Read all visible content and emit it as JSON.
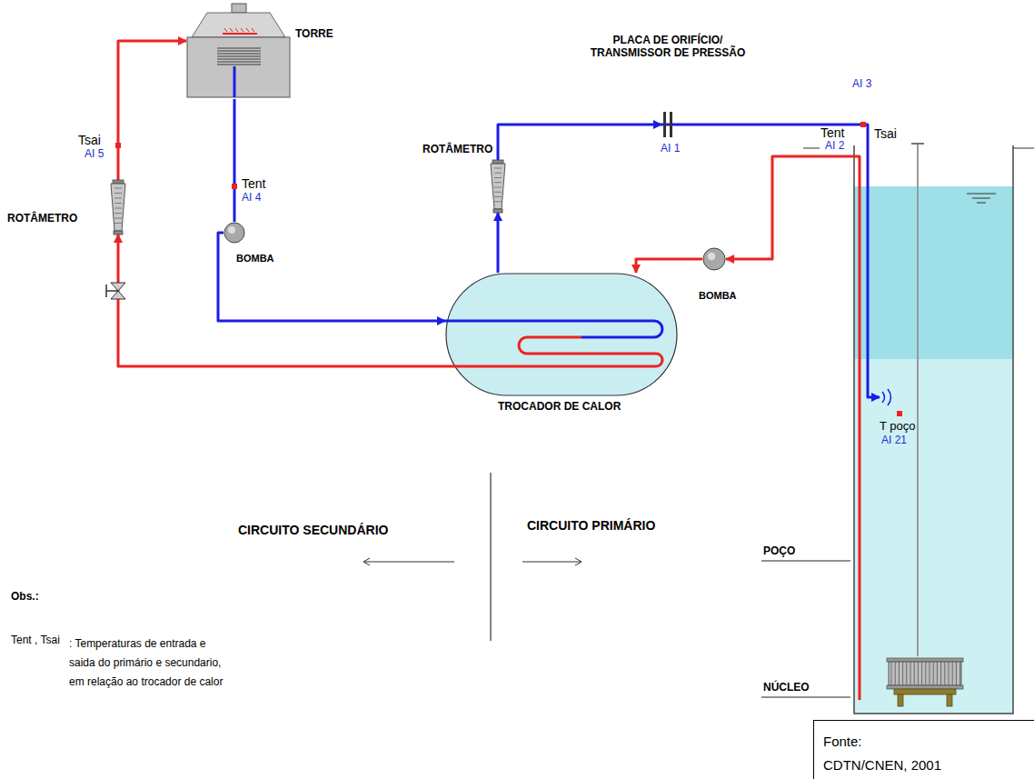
{
  "diagram": {
    "nodes": [
      {
        "text": [
          "TORRE"
        ]
      },
      {
        "text": [
          "BOMBA"
        ]
      },
      {
        "text": [
          "ROTÂMETRO"
        ]
      },
      {
        "text": [
          "TROCADOR DE CALOR"
        ]
      },
      {
        "text": [
          "ROTÂMETRO"
        ]
      },
      {
        "text": [
          "PLACA DE ORIFÍCIO/ TRANSMISSOR DE PRESSÃO"
        ]
      },
      {
        "text": [
          "BOMBA"
        ]
      },
      {
        "text": [
          "POÇO"
        ]
      },
      {
        "text": [
          "NÚCLEO"
        ],
        "in": 7
      },
      {
        "text": [
          "Fonte:",
          "CDTN/CNEN, 2001"
        ]
      }
    ],
    "edges": [
      {
        "from": 0,
        "to": 1,
        "arrow": "none"
      },
      {
        "from": 1,
        "to": 3,
        "arrow": "to"
      },
      {
        "from": 3,
        "to": 2,
        "arrow": "to"
      },
      {
        "from": 2,
        "to": 0,
        "arrow": "to"
      },
      {
        "from": 3,
        "to": 4,
        "arrow": "to"
      },
      {
        "from": 4,
        "to": 5,
        "arrow": "to"
      },
      {
        "from": 5,
        "to": 7,
        "arrow": "to"
      },
      {
        "from": 7,
        "to": 6,
        "arrow": "to"
      },
      {
        "from": 6,
        "to": 3,
        "arrow": "to"
      }
    ],
    "labels": [
      "Tsai",
      "AI 5",
      "Tent",
      "AI 4",
      "AI 1",
      "AI 3",
      "Tent",
      "AI 2",
      "Tsai",
      "T poço",
      "AI 21",
      "CIRCUITO SECUNDÁRIO",
      "CIRCUITO PRIMÁRIO",
      "Obs.:",
      "Tent , Tsai",
      ": Temperaturas de entrada e saida do primário e secundario, em relação ao trocador de calor"
    ]
  }
}
